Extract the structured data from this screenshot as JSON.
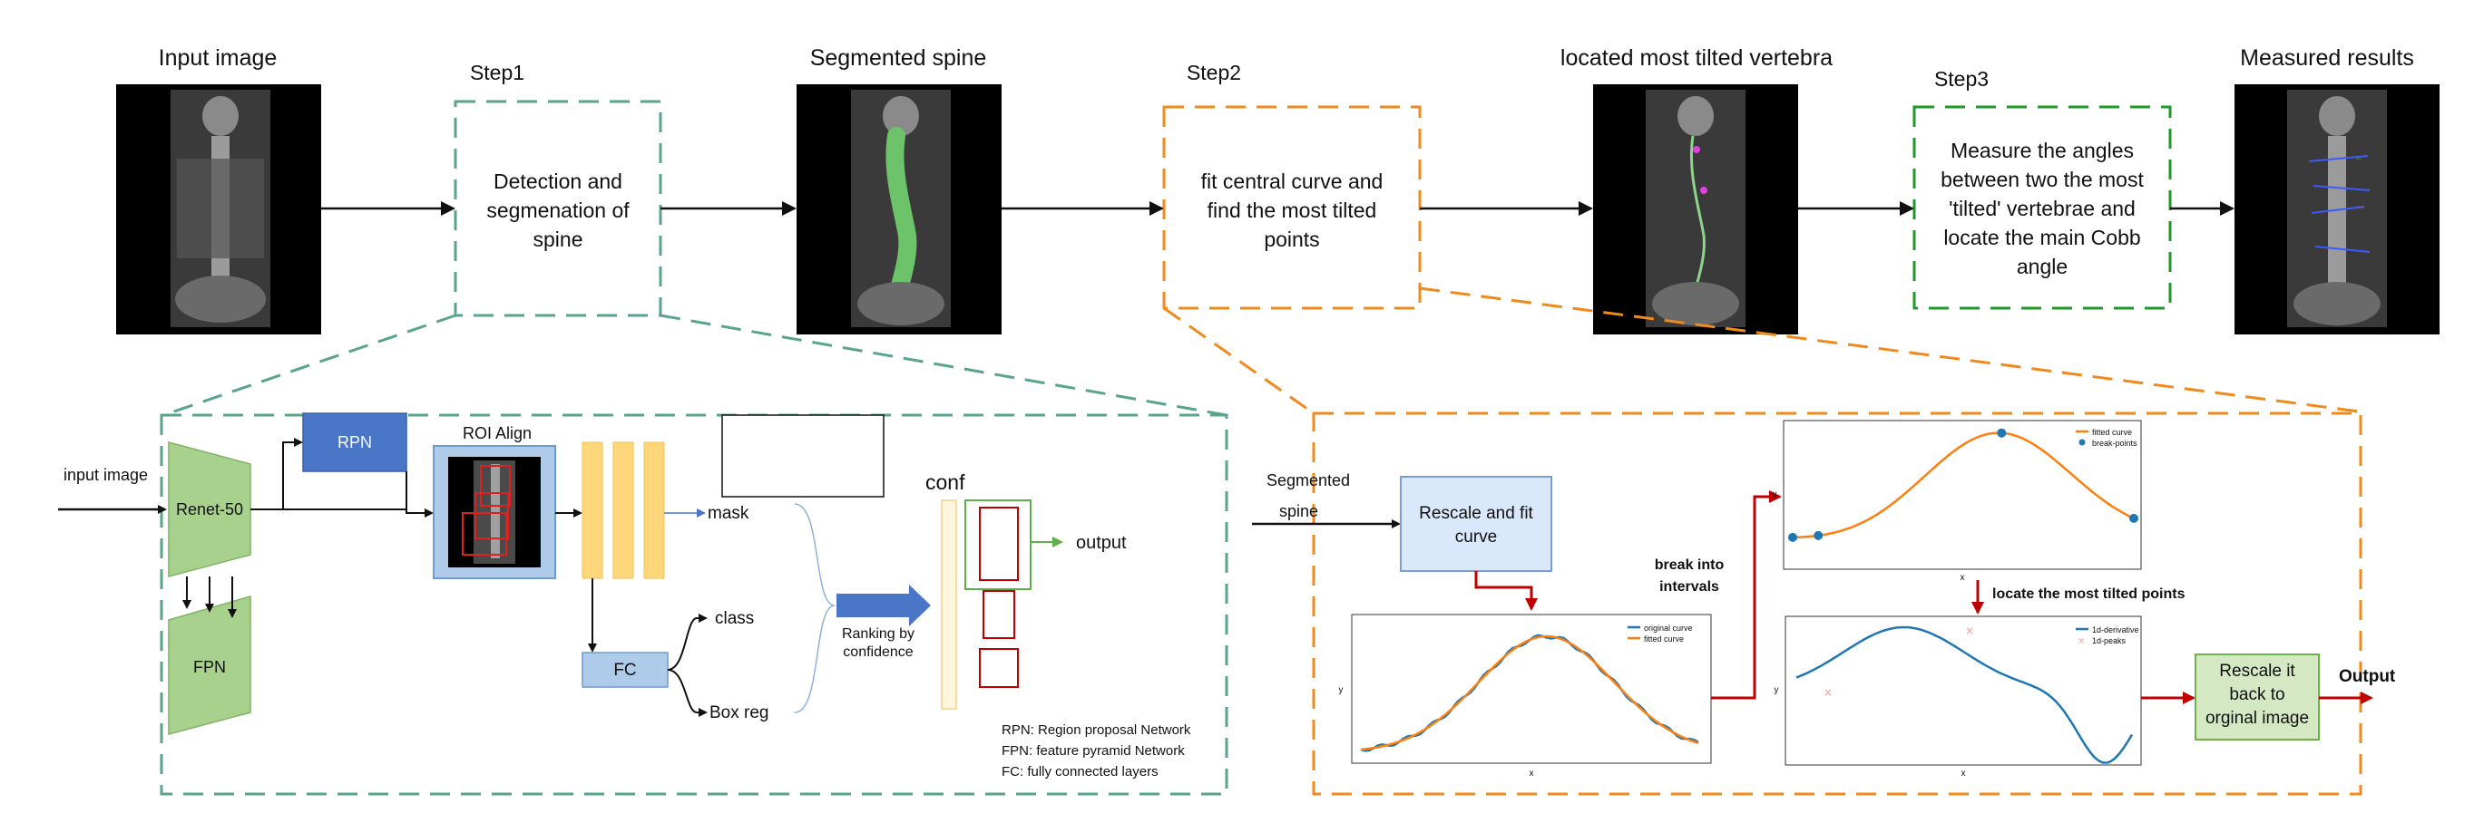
{
  "top": {
    "input_title": "Input image",
    "step1_label": "Step1",
    "step1_text": [
      "Detection and",
      "segmenation of",
      "spine"
    ],
    "segmented_title": "Segmented spine",
    "step2_label": "Step2",
    "step2_text": [
      "fit central curve and",
      "find the most tilted",
      "points"
    ],
    "located_title": "located most tilted vertebra",
    "step3_label": "Step3",
    "step3_text": [
      "Measure the angles",
      "between two the most",
      "'tilted' vertebrae and",
      "locate the main Cobb",
      "angle"
    ],
    "measured_title": "Measured results"
  },
  "left_panel": {
    "input_image_label": "input image",
    "backbone_label": "Renet-50",
    "fpn_label": "FPN",
    "rpn_label": "RPN",
    "roi_label": "ROI Align",
    "fc_label": "FC",
    "mask_label": "mask",
    "class_label": "class",
    "boxreg_label": "Box reg",
    "ranking_label": [
      "Ranking by",
      "confidence"
    ],
    "conf_label": "conf",
    "output_label": "output",
    "legend": [
      "RPN: Region proposal Network",
      "FPN: feature pyramid Network",
      "FC: fully connected layers"
    ]
  },
  "right_panel": {
    "segmented_label": [
      "Segmented",
      "spine"
    ],
    "rescale_fit_label": [
      "Rescale and fit",
      "curve"
    ],
    "break_label": [
      "break into",
      "intervals"
    ],
    "locate_label": "locate the most tilted points",
    "rescale_back_label": [
      "Rescale it",
      "back to",
      "orginal image"
    ],
    "output_label": "Output",
    "plot1_legend": [
      "original curve",
      "fitted curve"
    ],
    "plot2_legend": [
      "fitted curve",
      "break-points"
    ],
    "plot3_legend": [
      "1d-derivative",
      "1d-peaks"
    ],
    "axis_x": "x",
    "axis_y": "y"
  },
  "colors": {
    "teal_dash": "#5aa58a",
    "orange": "#f08a1c",
    "green_dash": "#1f9a2a",
    "rpn_blue": "#4a76c8",
    "green_box": "#a9d18e",
    "yellow": "#ffd77a",
    "red_arrow": "#c00000",
    "light_blue": "#dae8fc",
    "plot_blue": "#1f77b4",
    "plot_orange": "#ff7f0e"
  }
}
